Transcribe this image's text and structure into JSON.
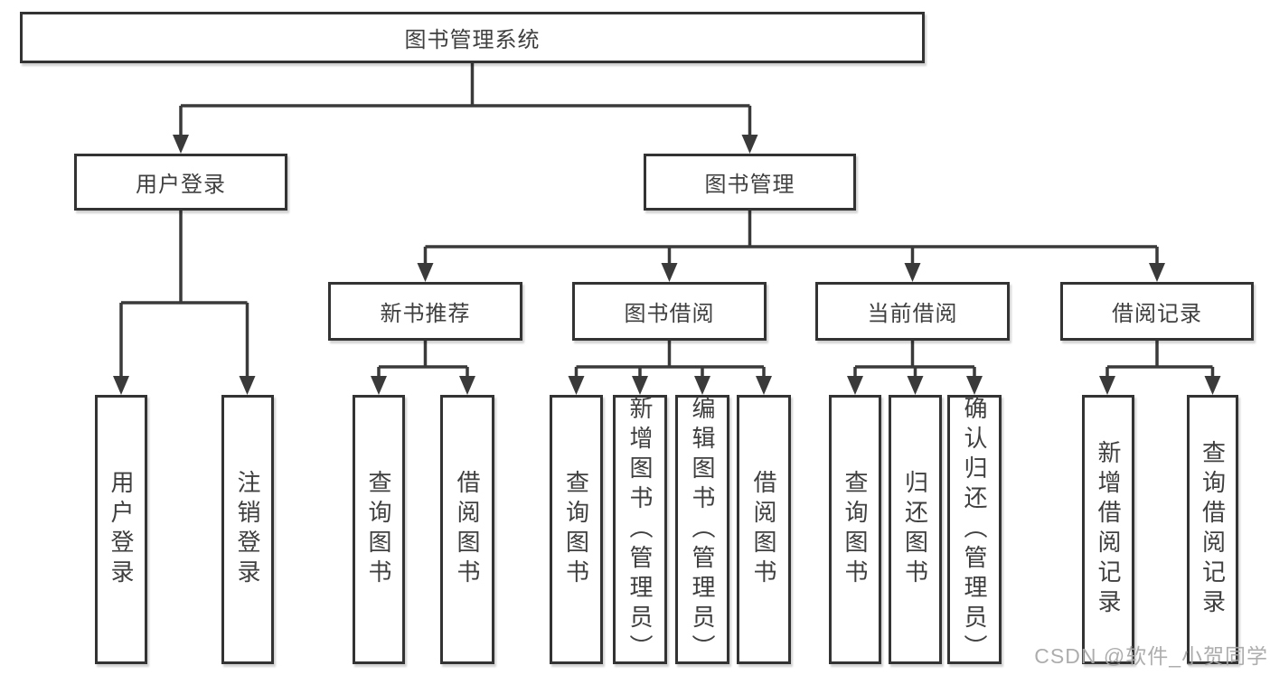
{
  "colors": {
    "background": "#ffffff",
    "box_border": "#333333",
    "line": "#3a3a3a",
    "text": "#3f3f3f",
    "watermark": "#a9a9a9"
  },
  "diagram": {
    "root_label": "图书管理系统",
    "level1": [
      {
        "id": "user-login",
        "label": "用户登录"
      },
      {
        "id": "book-management",
        "label": "图书管理"
      }
    ],
    "level2": [
      {
        "id": "new-book-recommend",
        "label": "新书推荐"
      },
      {
        "id": "book-borrowing",
        "label": "图书借阅"
      },
      {
        "id": "current-borrowing",
        "label": "当前借阅"
      },
      {
        "id": "borrowing-records",
        "label": "借阅记录"
      }
    ],
    "leaves": [
      {
        "id": "user-login-leaf",
        "label": "用户登录"
      },
      {
        "id": "logout",
        "label": "注销登录"
      },
      {
        "id": "query-books-recommend",
        "label": "查询图书"
      },
      {
        "id": "borrow-books-recommend",
        "label": "借阅图书"
      },
      {
        "id": "query-books-borrowing",
        "label": "查询图书"
      },
      {
        "id": "add-books-admin",
        "label": "新增图书（管理员）"
      },
      {
        "id": "edit-books-admin",
        "label": "编辑图书（管理员）"
      },
      {
        "id": "borrow-books-borrowing",
        "label": "借阅图书"
      },
      {
        "id": "query-books-current",
        "label": "查询图书"
      },
      {
        "id": "return-books",
        "label": "归还图书"
      },
      {
        "id": "confirm-return-admin",
        "label": "确认归还（管理员）"
      },
      {
        "id": "add-borrow-record",
        "label": "新增借阅记录"
      },
      {
        "id": "query-borrow-record",
        "label": "查询借阅记录"
      }
    ]
  },
  "watermark": {
    "text": "CSDN @软件_小贺同学"
  }
}
